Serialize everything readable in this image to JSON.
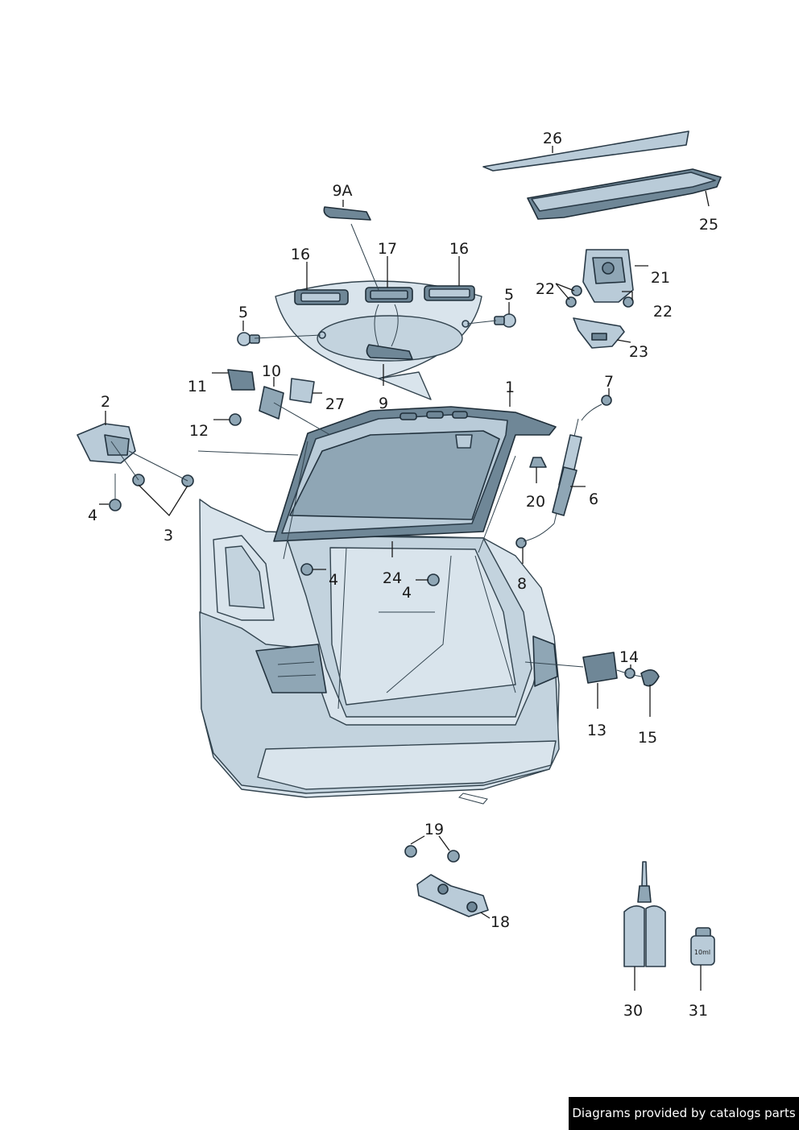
{
  "labels": {
    "l1": "1",
    "l2": "2",
    "l3": "3",
    "l4a": "4",
    "l4b": "4",
    "l4c": "4",
    "l5a": "5",
    "l5b": "5",
    "l6": "6",
    "l7": "7",
    "l8": "8",
    "l9": "9",
    "l9a": "9A",
    "l10": "10",
    "l11": "11",
    "l12": "12",
    "l13": "13",
    "l14": "14",
    "l15": "15",
    "l16a": "16",
    "l16b": "16",
    "l17": "17",
    "l18": "18",
    "l19": "19",
    "l20": "20",
    "l21": "21",
    "l22a": "22",
    "l22b": "22",
    "l23": "23",
    "l24": "24",
    "l25": "25",
    "l26": "26",
    "l27": "27",
    "l30": "30",
    "l31": "31"
  },
  "bottle_text": "10ml",
  "footer": {
    "credit": "Diagrams provided by catalogs parts"
  },
  "colors": {
    "part_fill": "#b9cbd8",
    "part_dark": "#6f8797",
    "car_body": "#d9e4ec",
    "outline": "#2a3b48"
  }
}
